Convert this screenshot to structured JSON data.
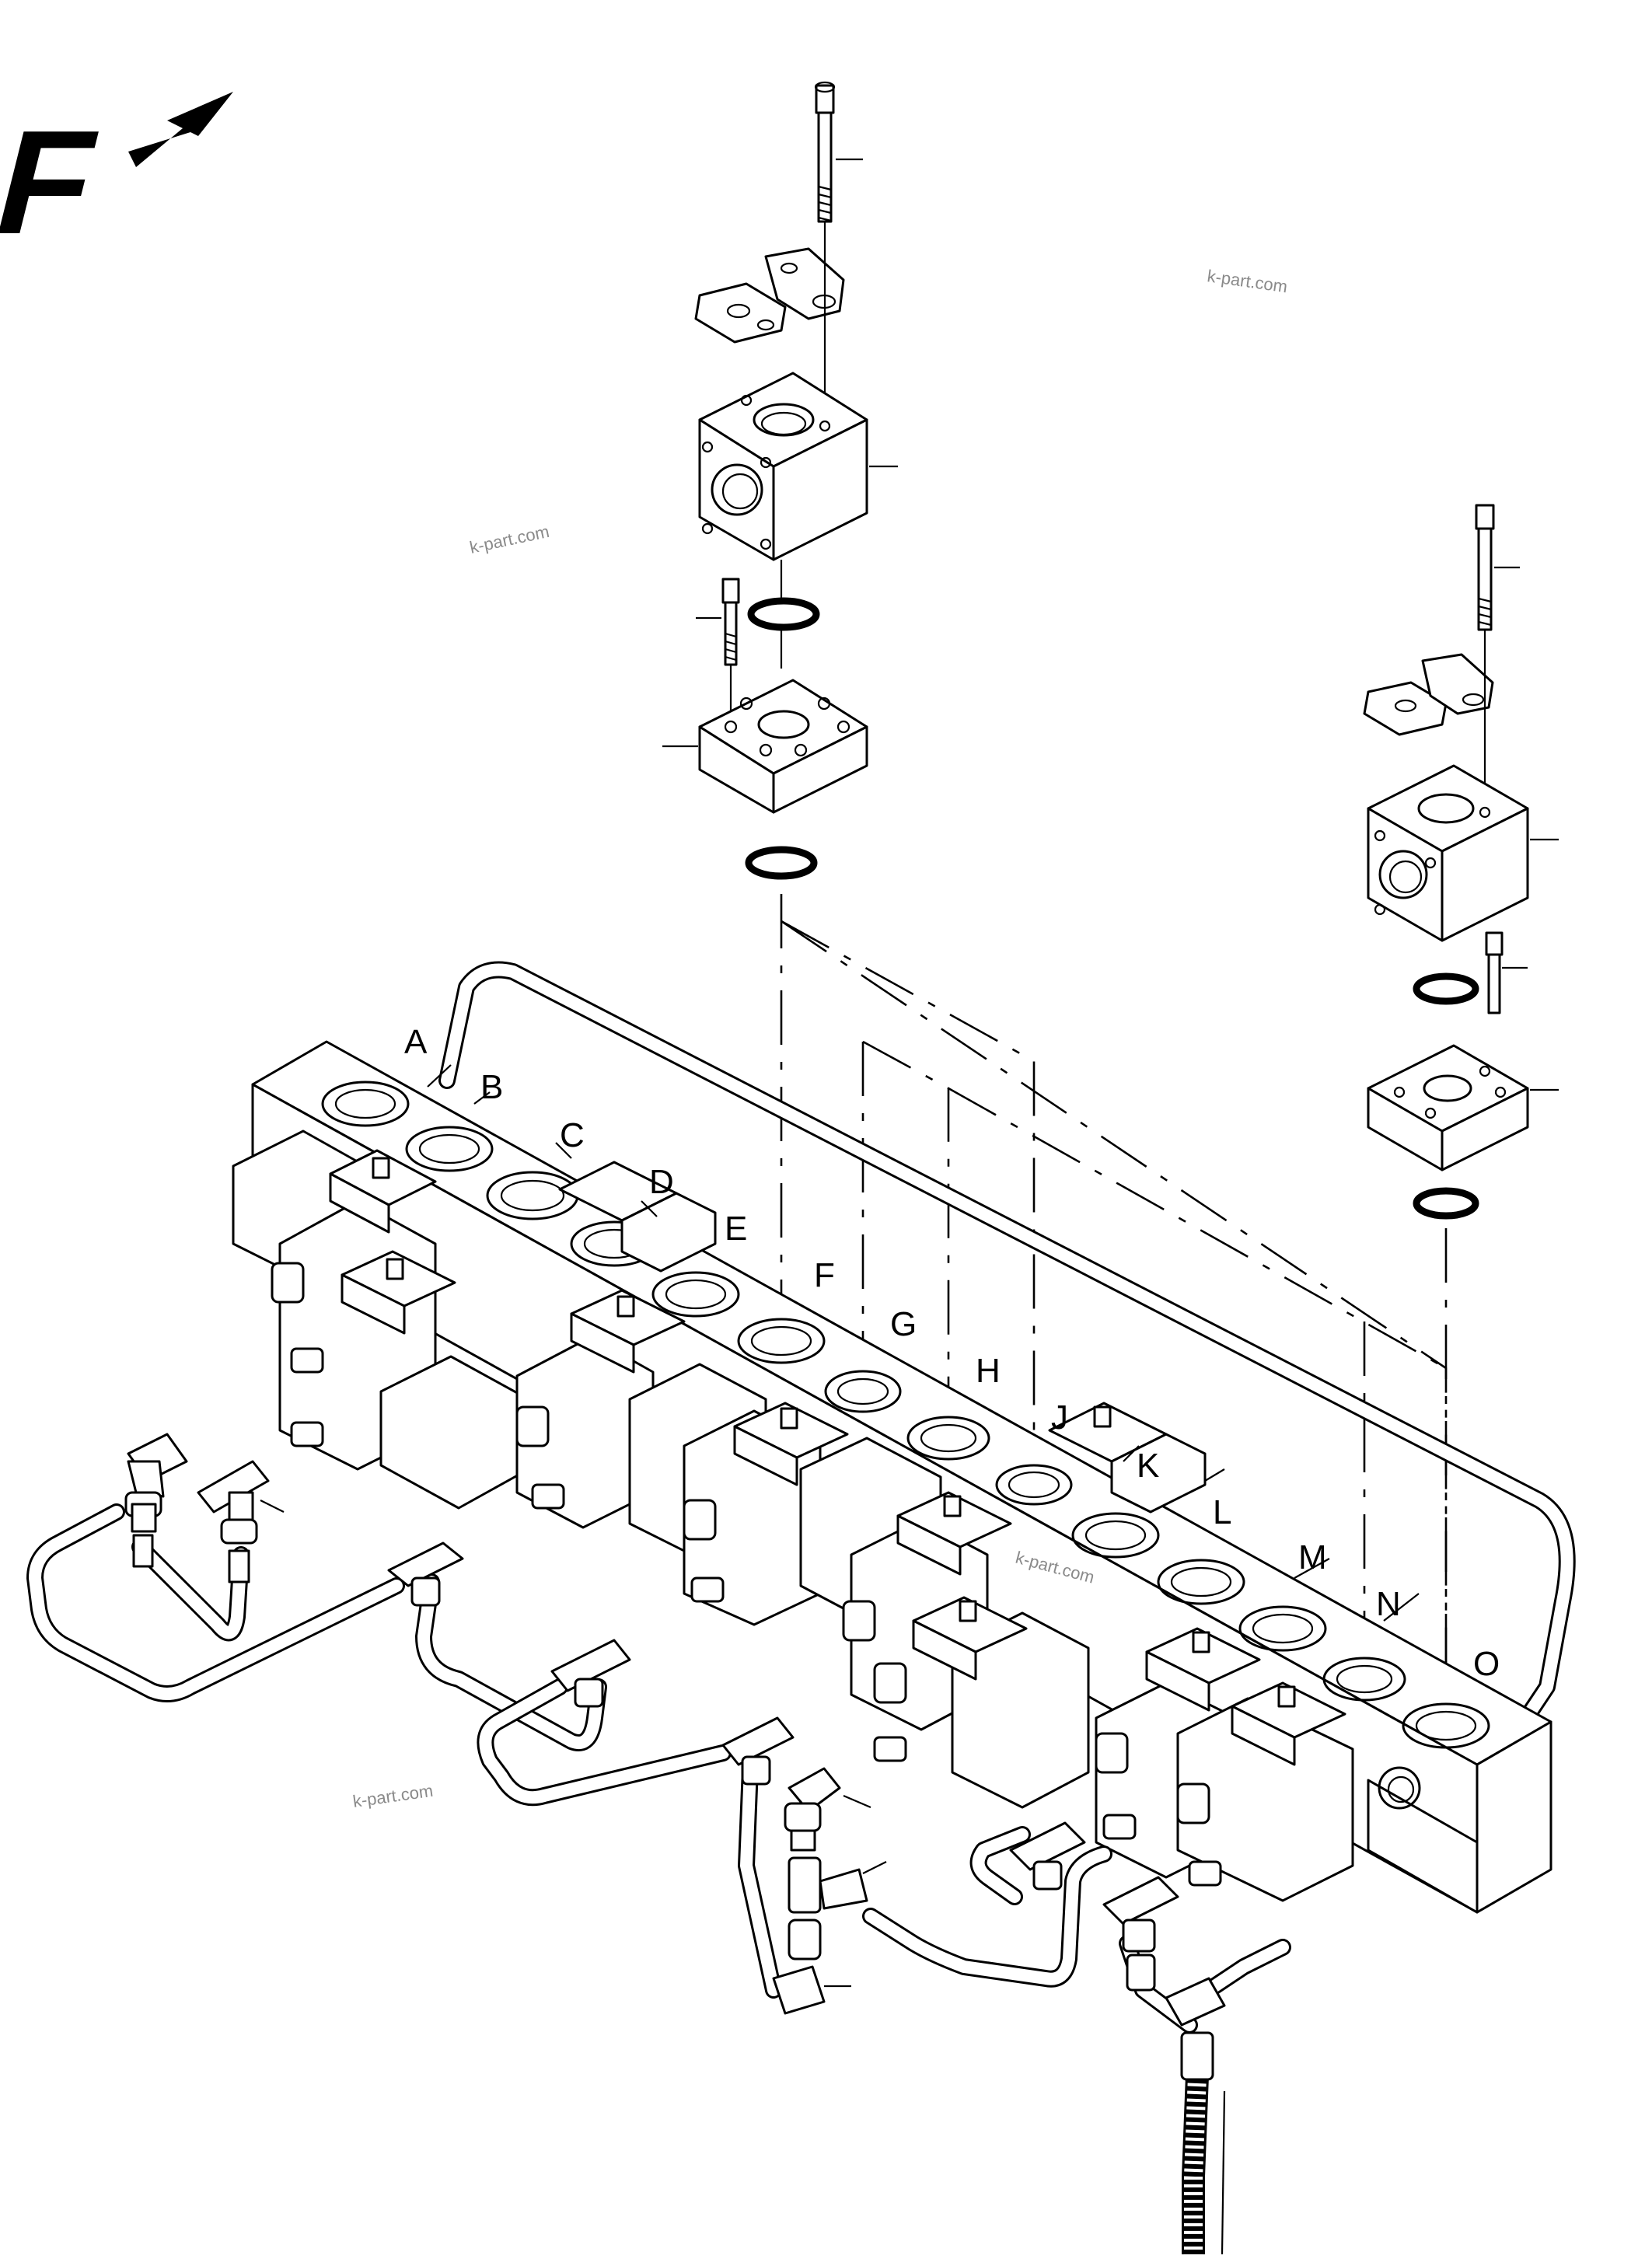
{
  "view_marker": {
    "letter": "F",
    "arrow_icon": "view-direction-arrow-icon"
  },
  "port_labels": [
    "A",
    "B",
    "C",
    "D",
    "E",
    "F",
    "G",
    "H",
    "J",
    "K",
    "L",
    "M",
    "N",
    "O"
  ],
  "watermarks": [
    "k-part.com",
    "k-part.com",
    "k-part.com",
    "k-part.com"
  ],
  "colors": {
    "line": "#000000",
    "background": "#ffffff",
    "watermark": "#8a8a8a"
  }
}
